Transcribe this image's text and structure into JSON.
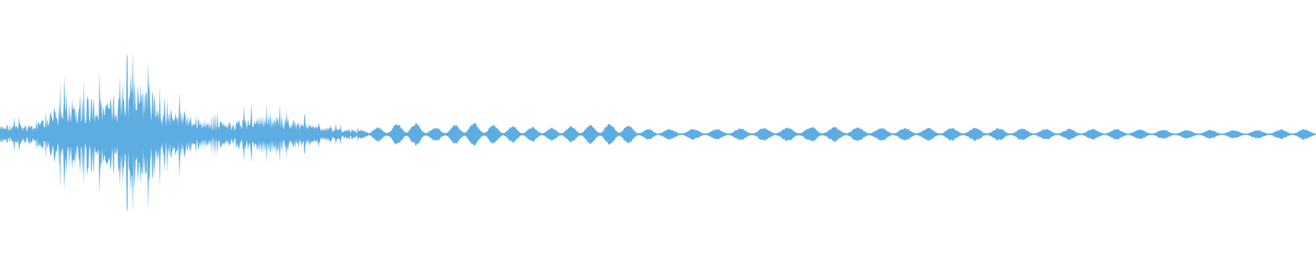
{
  "waveform": {
    "color": "#5DADE2",
    "background": "#FFFFFF",
    "envelope_peaks": [
      {
        "t": 0.0,
        "amp": 0.16
      },
      {
        "t": 0.03,
        "amp": 0.2
      },
      {
        "t": 0.045,
        "amp": 0.55
      },
      {
        "t": 0.062,
        "amp": 0.75
      },
      {
        "t": 0.078,
        "amp": 0.6
      },
      {
        "t": 0.108,
        "amp": 0.94
      },
      {
        "t": 0.125,
        "amp": 0.45
      },
      {
        "t": 0.14,
        "amp": 0.42
      },
      {
        "t": 0.16,
        "amp": 0.22
      },
      {
        "t": 0.175,
        "amp": 0.24
      },
      {
        "t": 0.2,
        "amp": 0.36
      },
      {
        "t": 0.215,
        "amp": 0.33
      },
      {
        "t": 0.23,
        "amp": 0.2
      },
      {
        "t": 0.25,
        "amp": 0.12
      },
      {
        "t": 0.27,
        "amp": 0.08
      },
      {
        "t": 0.28,
        "amp": 0.05
      },
      {
        "t": 0.31,
        "amp": 0.12
      },
      {
        "t": 0.33,
        "amp": 0.06
      },
      {
        "t": 0.355,
        "amp": 0.11
      },
      {
        "t": 0.38,
        "amp": 0.08
      },
      {
        "t": 0.42,
        "amp": 0.06
      },
      {
        "t": 0.47,
        "amp": 0.11
      },
      {
        "t": 0.49,
        "amp": 0.05
      },
      {
        "t": 0.54,
        "amp": 0.05
      },
      {
        "t": 0.62,
        "amp": 0.07
      },
      {
        "t": 0.68,
        "amp": 0.06
      },
      {
        "t": 0.74,
        "amp": 0.06
      },
      {
        "t": 0.8,
        "amp": 0.05
      },
      {
        "t": 0.85,
        "amp": 0.05
      },
      {
        "t": 0.9,
        "amp": 0.04
      },
      {
        "t": 0.95,
        "amp": 0.04
      },
      {
        "t": 1.0,
        "amp": 0.05
      }
    ]
  }
}
